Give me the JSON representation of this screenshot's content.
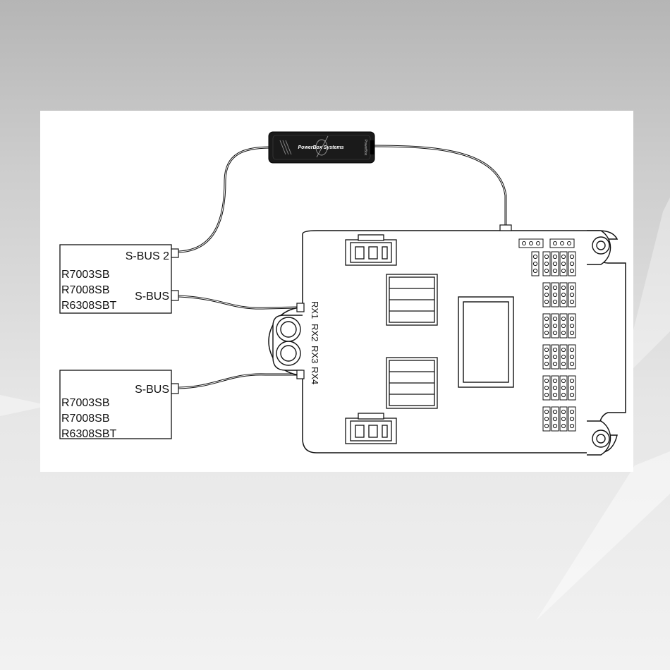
{
  "receiver_top": {
    "port_sbus2": "S-BUS 2",
    "port_sbus": "S-BUS",
    "models": [
      "R7003SB",
      "R7008SB",
      "R6308SBT"
    ]
  },
  "receiver_bottom": {
    "port_sbus": "S-BUS",
    "models": [
      "R7003SB",
      "R7008SB",
      "R6308SBT"
    ]
  },
  "adapter": {
    "brand": "PowerBox Systems",
    "side_label": "PowerBox"
  },
  "powerbox_ports": [
    "RX1",
    "RX2",
    "RX3",
    "RX4"
  ],
  "colors": {
    "line": "#111111",
    "adapter": "#1a1a1a",
    "panel": "#ffffff"
  }
}
